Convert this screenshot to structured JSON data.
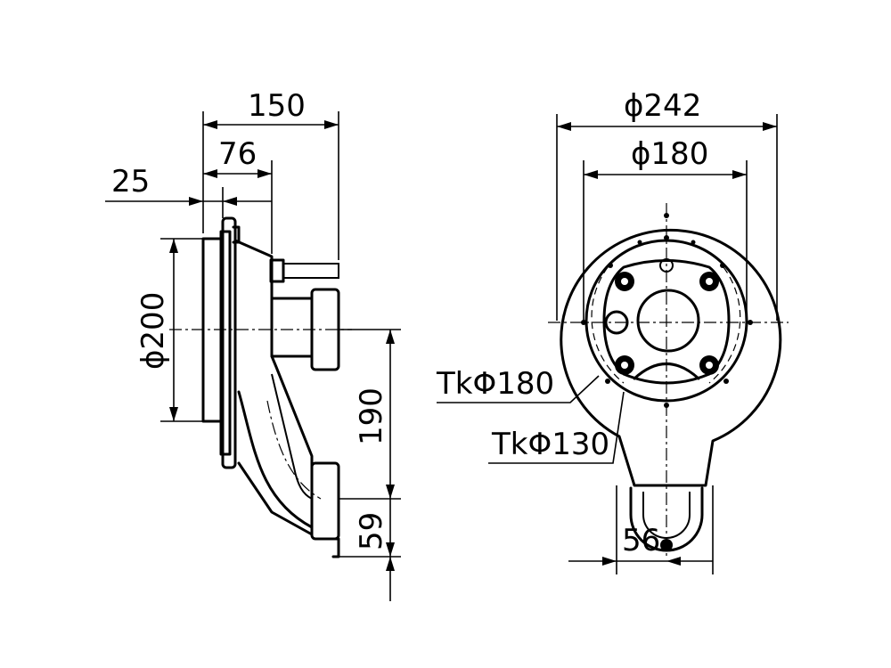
{
  "dimensions": {
    "side_overall_width": "150",
    "side_body_width": "76",
    "side_flange_width": "25",
    "side_flange_diameter": "ϕ200",
    "side_outlet_spacing": "190",
    "side_lower_outlet": "59",
    "front_outer_diameter": "ϕ242",
    "front_inner_diameter": "ϕ180",
    "front_bolt_circle_outer": "TkΦ180",
    "front_bolt_circle_inner": "TkΦ130",
    "front_outlet_width": "56"
  },
  "colors": {
    "line": "#000000",
    "background": "#ffffff"
  }
}
